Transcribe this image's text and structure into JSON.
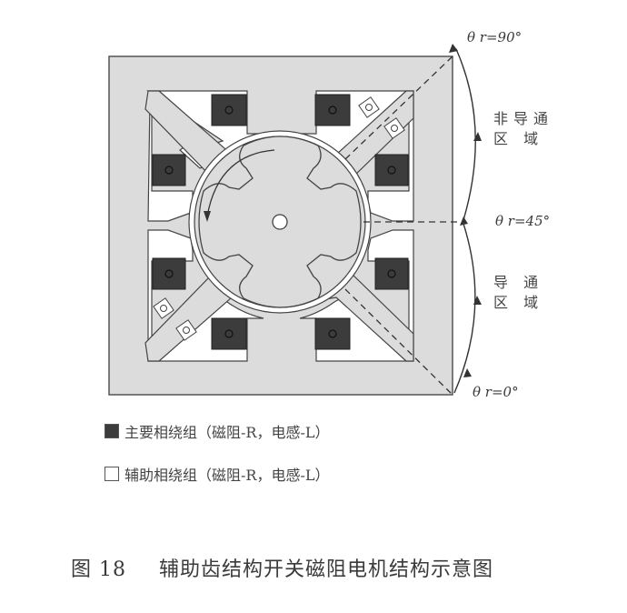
{
  "figure": {
    "caption_number": "图 18",
    "caption_title": "辅助齿结构开关磁阻电机结构示意图"
  },
  "angles": {
    "top": "θ r=90°",
    "middle": "θ r=45°",
    "bottom": "θ r=0°"
  },
  "regions": {
    "non_conducting": {
      "line1": "非导通",
      "line2": "区 域"
    },
    "conducting": {
      "line1": "导 通",
      "line2": "区 域"
    }
  },
  "legend": [
    {
      "swatch": "filled",
      "label": "主要相绕组（磁阻-R，电感-L）"
    },
    {
      "swatch": "empty",
      "label": "辅助相绕组（磁阻-R，电感-L）"
    }
  ],
  "colors": {
    "stator_fill": "#dcdcdc",
    "slot_fill": "#ffffff",
    "winding_main": "#3c3c3c",
    "outline": "#444444"
  }
}
